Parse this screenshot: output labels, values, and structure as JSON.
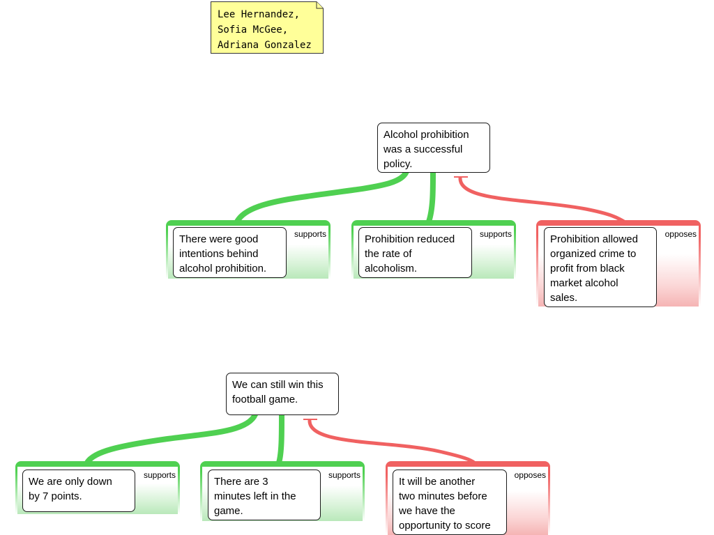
{
  "note": {
    "text": "Lee Hernandez,\nSofia McGee,\nAdriana Gonzalez"
  },
  "colors": {
    "supports": "#4fd051",
    "opposes": "#f06161",
    "note_fill": "#ffff99"
  },
  "maps": [
    {
      "claim": "Alcohol prohibition\nwas a successful\npolicy.",
      "premises": [
        {
          "relation": "supports",
          "text": "There were good\nintentions behind\nalcohol prohibition."
        },
        {
          "relation": "supports",
          "text": "Prohibition reduced\nthe rate of\nalcoholism."
        },
        {
          "relation": "opposes",
          "text": "Prohibition allowed\norganized crime to\nprofit from black\nmarket alcohol\nsales."
        }
      ]
    },
    {
      "claim": "We can still win this\nfootball game.",
      "premises": [
        {
          "relation": "supports",
          "text": "We are only down\nby 7 points."
        },
        {
          "relation": "supports",
          "text": "There are 3\nminutes left in the\ngame."
        },
        {
          "relation": "opposes",
          "text": "It will be another\ntwo minutes before\nwe have the\nopportunity to score"
        }
      ]
    }
  ]
}
